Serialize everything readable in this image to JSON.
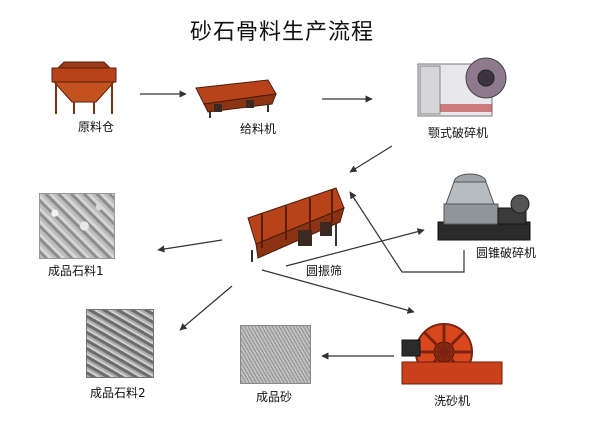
{
  "title": "砂石骨料生产流程",
  "labels": {
    "raw_bin": "原料仓",
    "feeder": "给料机",
    "jaw_crusher": "颚式破碎机",
    "vibrating_screen": "圆振筛",
    "cone_crusher": "圆锥破碎机",
    "product_stone_1": "成品石料1",
    "product_stone_2": "成品石料2",
    "product_sand": "成品砂",
    "sand_washer": "洗砂机"
  },
  "colors": {
    "machine_body": "#b8431b",
    "machine_dark": "#3a2a22",
    "arrow": "#333333",
    "gravel": "#bdbdbd",
    "sand": "#a8a8a8"
  }
}
